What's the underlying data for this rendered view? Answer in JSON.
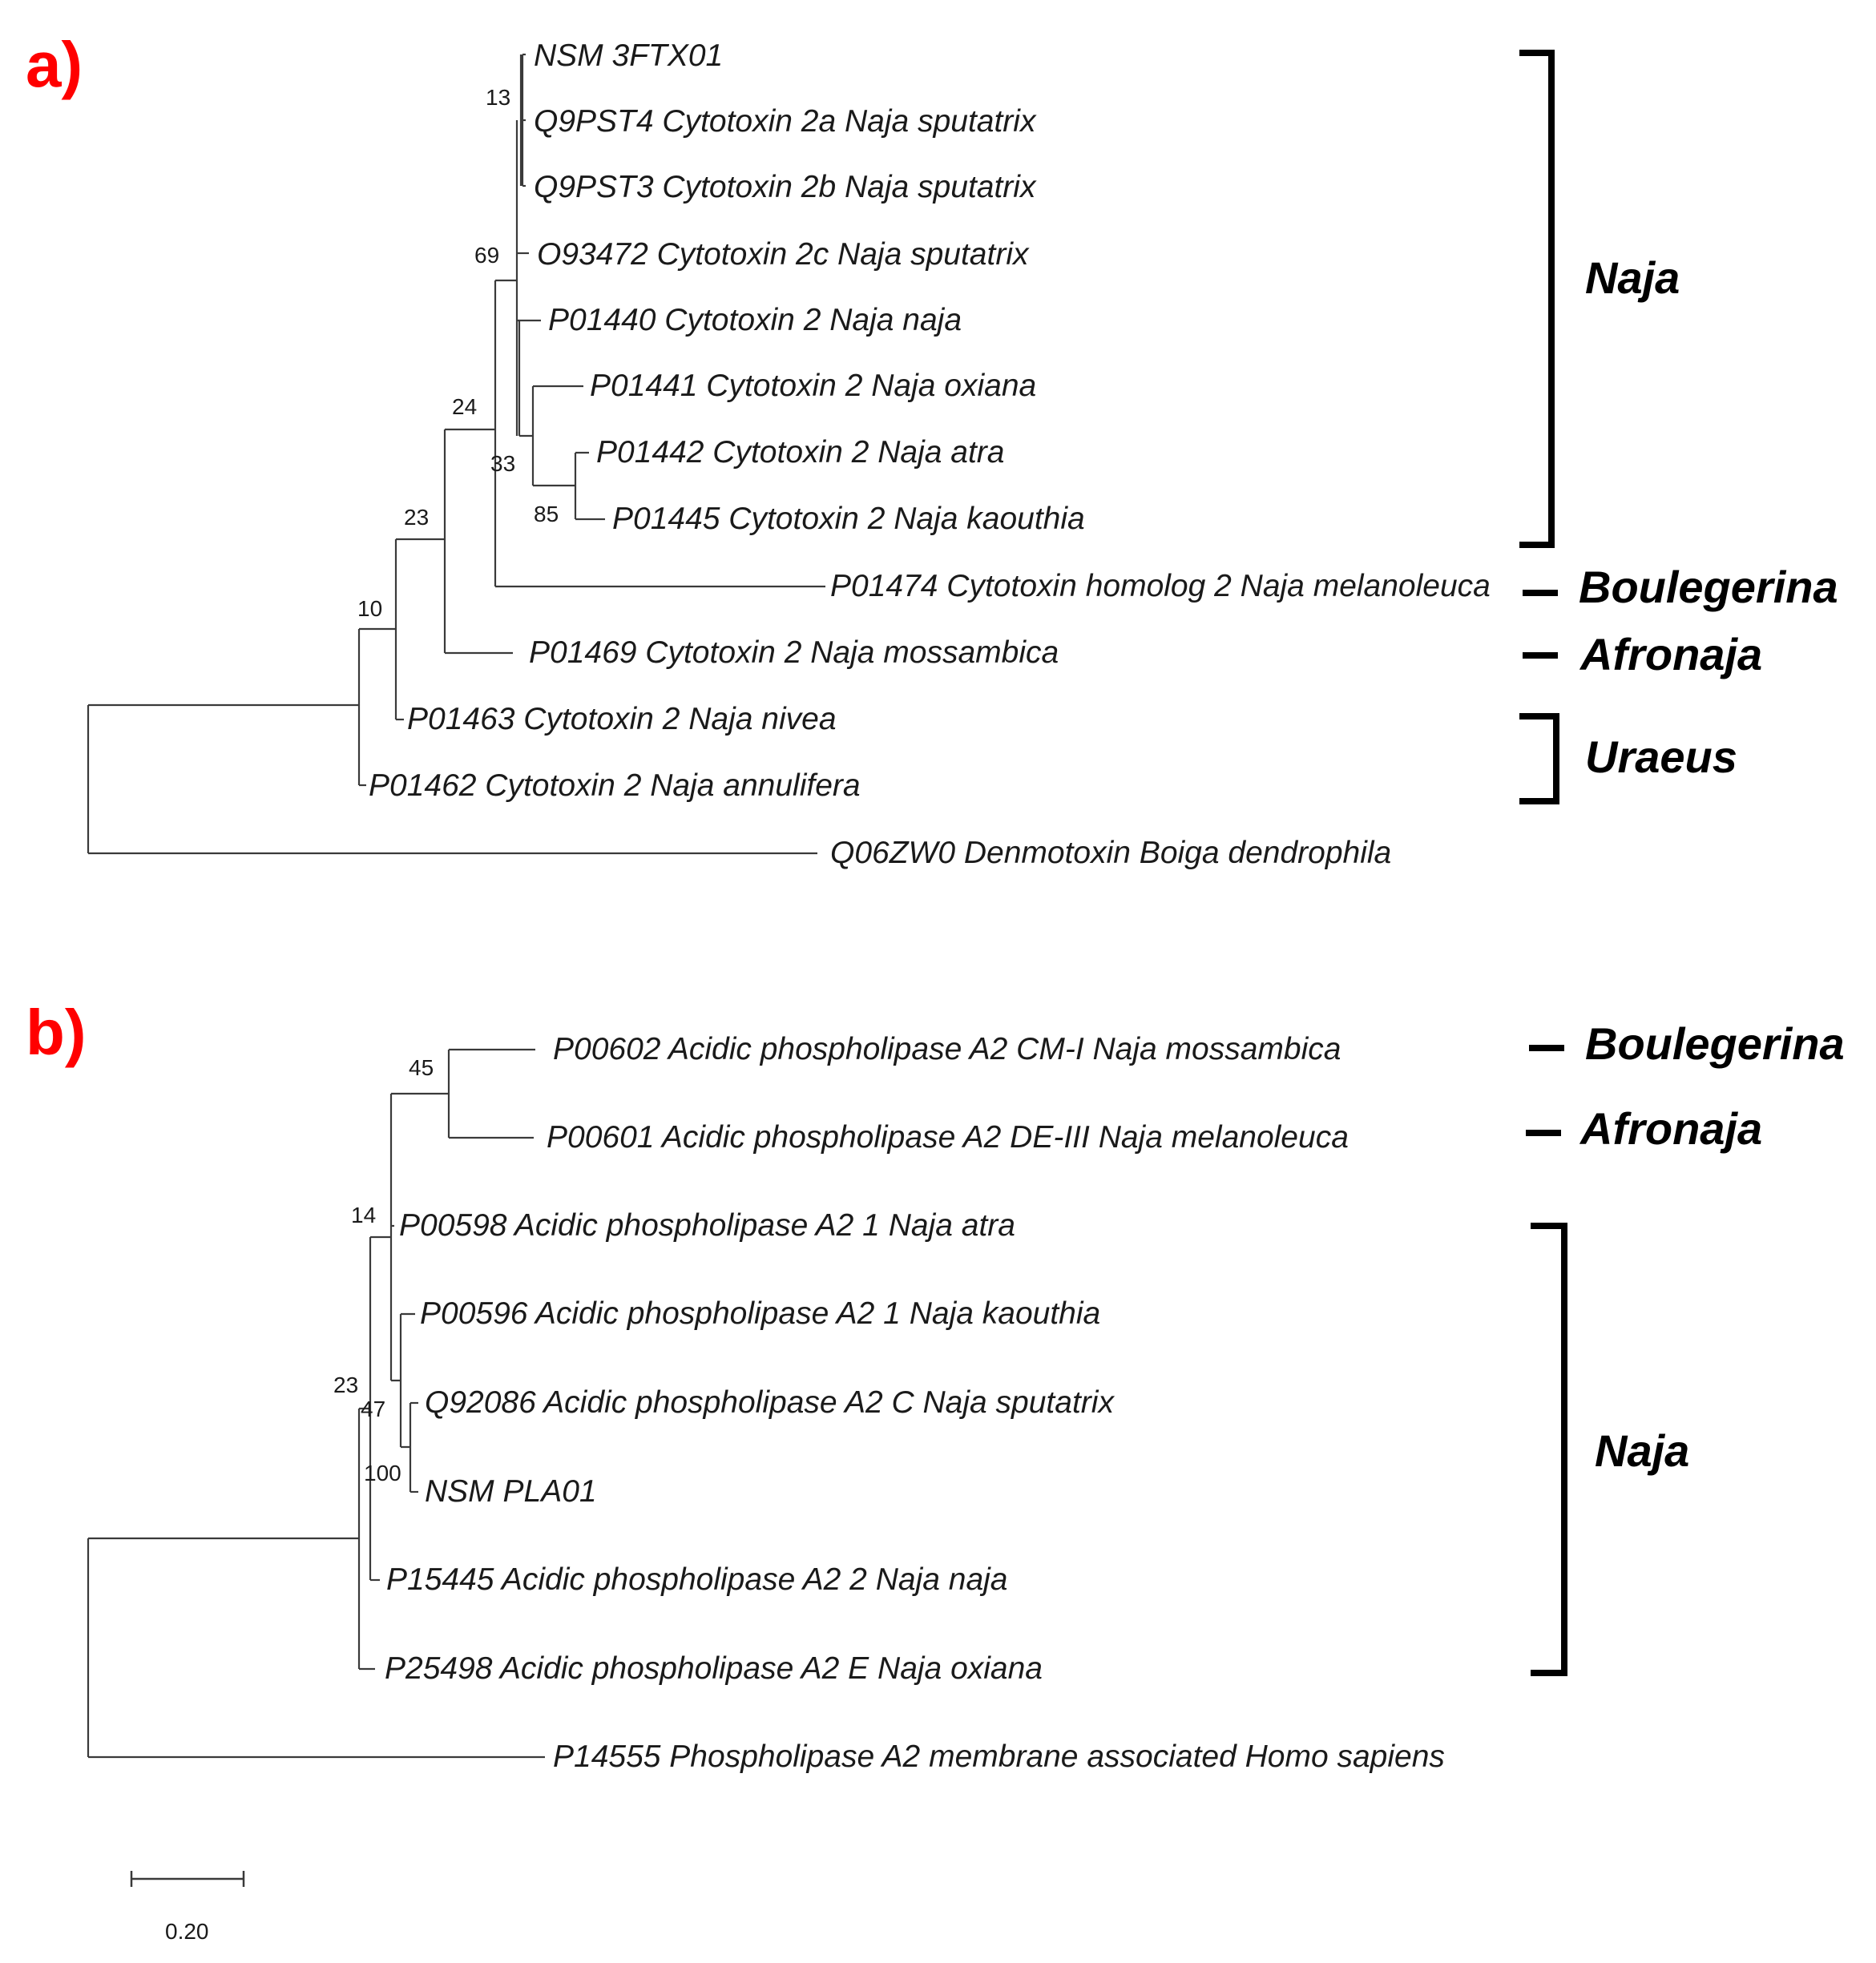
{
  "panels": {
    "a": {
      "label": "a)",
      "leaves": [
        "NSM 3FTX01",
        "Q9PST4 Cytotoxin 2a Naja sputatrix",
        "Q9PST3 Cytotoxin 2b Naja sputatrix",
        "O93472 Cytotoxin 2c Naja sputatrix",
        "P01440 Cytotoxin 2 Naja naja",
        "P01441 Cytotoxin 2 Naja oxiana",
        "P01442 Cytotoxin 2 Naja atra",
        "P01445 Cytotoxin 2 Naja kaouthia",
        "P01474 Cytotoxin homolog 2 Naja melanoleuca",
        "P01469 Cytotoxin 2 Naja mossambica",
        "P01463 Cytotoxin 2 Naja nivea",
        "P01462 Cytotoxin 2 Naja annulifera",
        "Q06ZW0 Denmotoxin Boiga dendrophila"
      ],
      "bootstrap": [
        "13",
        "69",
        "24",
        "33",
        "85",
        "23",
        "10"
      ],
      "groups": [
        "Naja",
        "Boulegerina",
        "Afronaja",
        "Uraeus"
      ]
    },
    "b": {
      "label": "b)",
      "leaves": [
        "P00602 Acidic phospholipase A2 CM-I Naja mossambica",
        "P00601 Acidic phospholipase A2 DE-III Naja melanoleuca",
        "P00598 Acidic phospholipase A2 1 Naja atra",
        "P00596 Acidic phospholipase A2 1 Naja kaouthia",
        "Q92086 Acidic phospholipase A2 C Naja sputatrix",
        "NSM PLA01",
        "P15445 Acidic phospholipase A2 2 Naja naja",
        "P25498 Acidic phospholipase A2 E Naja oxiana",
        "P14555 Phospholipase A2 membrane associated Homo sapiens"
      ],
      "bootstrap": [
        "45",
        "14",
        "23",
        "47",
        "100"
      ],
      "groups": [
        "Boulegerina",
        "Afronaja",
        "Naja"
      ]
    }
  },
  "scale_bar": {
    "value": 0.2,
    "label": "0.20"
  },
  "colors": {
    "panel_label": "#ff0000",
    "branch": "#3a3a3a",
    "text": "#1a1a1a"
  }
}
